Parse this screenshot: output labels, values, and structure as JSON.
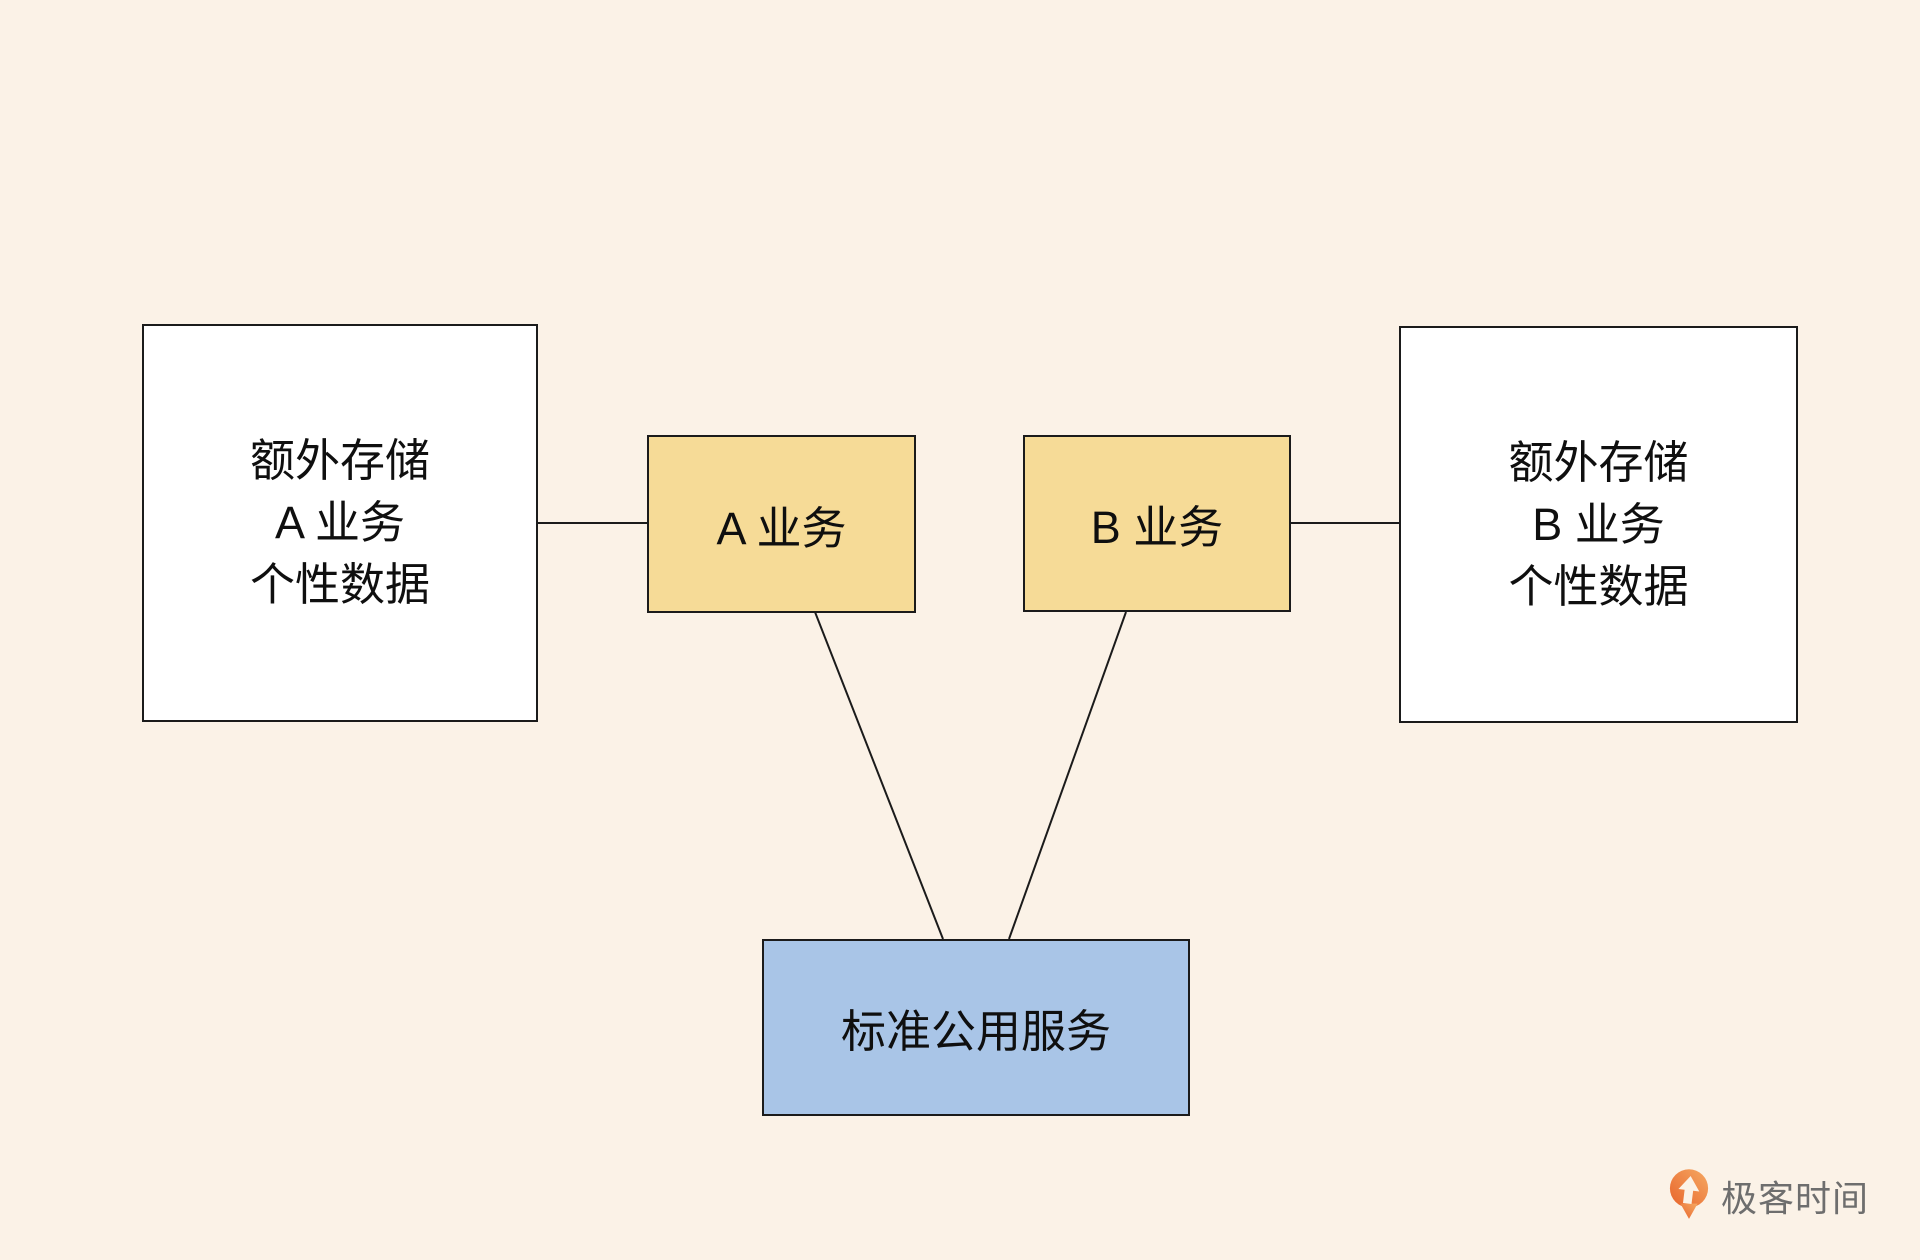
{
  "diagram": {
    "nodes": {
      "storage_a": {
        "line1": "额外存储",
        "line2": "A 业务",
        "line3": "个性数据",
        "fill": "#FFFFFF"
      },
      "service_a": {
        "label": "A 业务",
        "fill": "#F6DB97"
      },
      "service_b": {
        "label": "B 业务",
        "fill": "#F6DB97"
      },
      "storage_b": {
        "line1": "额外存储",
        "line2": "B 业务",
        "line3": "个性数据",
        "fill": "#FFFFFF"
      },
      "shared_service": {
        "label": "标准公用服务",
        "fill": "#A9C5E7"
      }
    },
    "connections": [
      {
        "from": "storage_a",
        "to": "service_a"
      },
      {
        "from": "service_b",
        "to": "storage_b"
      },
      {
        "from": "service_a",
        "to": "shared_service"
      },
      {
        "from": "service_b",
        "to": "shared_service"
      }
    ],
    "colors": {
      "background": "#FBF2E7",
      "border": "#1B1B1B",
      "text": "#0F0F0F"
    }
  },
  "watermark": {
    "label": "极客时间",
    "text_color": "#6E6E6E",
    "icon": "geektime-pin-icon",
    "icon_gradient_start": "#E8642B",
    "icon_gradient_end": "#F5A963"
  }
}
